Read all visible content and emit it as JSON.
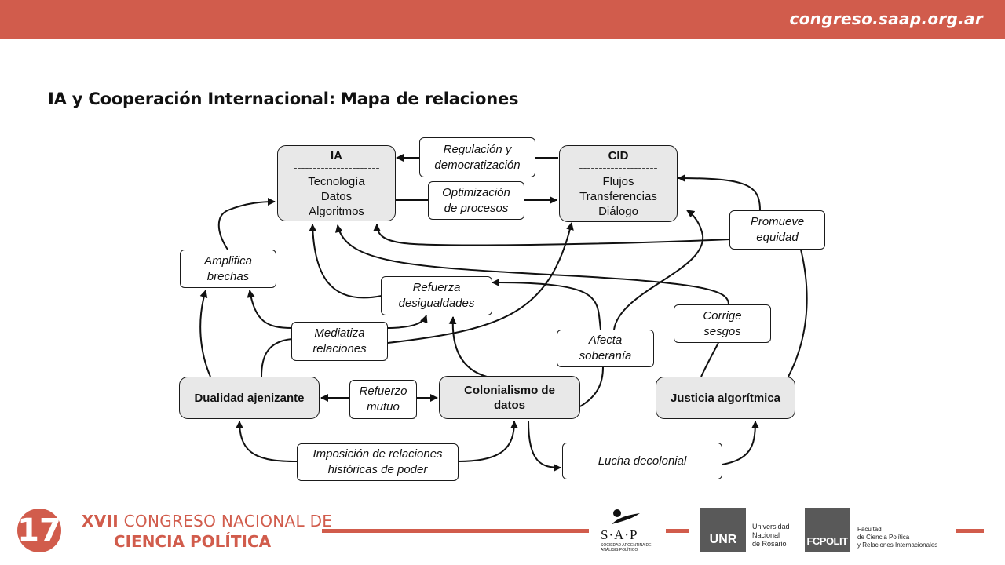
{
  "header": {
    "site_url": "congreso.saap.org.ar",
    "bar_color": "#d15c4c"
  },
  "slide": {
    "title": "IA y Cooperación Internacional: Mapa de relaciones"
  },
  "nodes": {
    "ia": {
      "title": "IA",
      "divider": "----------------------",
      "lines": [
        "Tecnología",
        "Datos",
        "Algoritmos"
      ]
    },
    "cid": {
      "title": "CID",
      "divider": "--------------------",
      "lines": [
        "Flujos",
        "Transferencias",
        "Diálogo"
      ]
    },
    "dualidad": {
      "title": "Dualidad ajenizante"
    },
    "colonialismo": {
      "title": "Colonialismo de\ndatos"
    },
    "justicia": {
      "title": "Justicia algorítmica"
    }
  },
  "edge_labels": {
    "regulacion": "Regulación y\ndemocratización",
    "optimizacion": "Optimización\nde procesos",
    "promueve": "Promueve\nequidad",
    "amplifica": "Amplifica\nbrechas",
    "refuerza": "Refuerza\ndesigualdades",
    "mediatiza": "Mediatiza\nrelaciones",
    "afecta": "Afecta\nsoberanía",
    "corrige": "Corrige\nsesgos",
    "refuerzo": "Refuerzo\nmutuo",
    "imposicion": "Imposición de relaciones\nhistóricas de poder",
    "lucha": "Lucha decolonial"
  },
  "footer": {
    "edition_number": "17",
    "congress_prefix": "XVII",
    "congress_line1": "CONGRESO NACIONAL DE",
    "congress_line2": "CIENCIA POLÍTICA",
    "saap_acronym": "S·A·P",
    "saap_name": "SOCIEDAD ARGENTINA DE ANÁLISIS POLÍTICO",
    "unr_acronym": "UNR",
    "unr_name": "Universidad\nNacional\nde Rosario",
    "fcpolit_acronym": "FCPOLIT",
    "fcpolit_name": "Facultad\nde Ciencia Política\ny Relaciones Internacionales",
    "accent_color": "#d15c4c"
  }
}
